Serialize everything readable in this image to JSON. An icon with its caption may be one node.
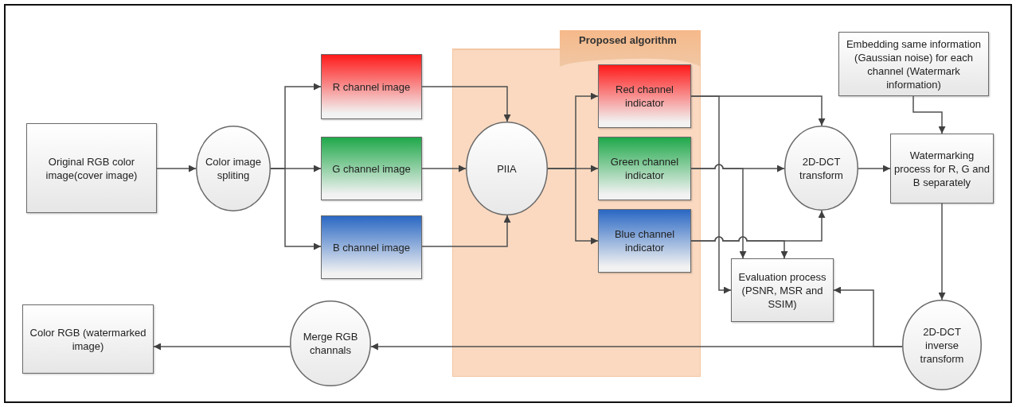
{
  "diagram": {
    "nodes": [
      {
        "text": [
          "Proposed algorithm"
        ]
      },
      {
        "text": [
          "Original RGB color image(cover image)"
        ]
      },
      {
        "text": [
          "Color image spliting"
        ]
      },
      {
        "text": [
          "R channel image"
        ]
      },
      {
        "text": [
          "G channel image"
        ]
      },
      {
        "text": [
          "B channel image"
        ]
      },
      {
        "text": [
          "PIIA"
        ],
        "in": 0
      },
      {
        "text": [
          "Red channel indicator"
        ],
        "in": 0
      },
      {
        "text": [
          "Green channel indicator"
        ],
        "in": 0
      },
      {
        "text": [
          "Blue channel indicator"
        ],
        "in": 0
      },
      {
        "text": [
          "Embedding same information (Gaussian noise) for each channel (Watermark information)"
        ]
      },
      {
        "text": [
          "2D-DCT transform"
        ]
      },
      {
        "text": [
          "Watermarking process for R, G and B separately"
        ]
      },
      {
        "text": [
          "Evaluation process (PSNR, MSR and SSIM)"
        ]
      },
      {
        "text": [
          "2D-DCT inverse transform"
        ]
      },
      {
        "text": [
          "Merge RGB channals"
        ]
      },
      {
        "text": [
          "Color RGB (watermarked image)"
        ]
      }
    ],
    "edges": [
      {
        "from": 1,
        "to": 2,
        "arrow": "to"
      },
      {
        "from": 2,
        "to": 3,
        "arrow": "to"
      },
      {
        "from": 2,
        "to": 4,
        "arrow": "to"
      },
      {
        "from": 2,
        "to": 5,
        "arrow": "to"
      },
      {
        "from": 3,
        "to": 6,
        "arrow": "to"
      },
      {
        "from": 4,
        "to": 6,
        "arrow": "to"
      },
      {
        "from": 5,
        "to": 6,
        "arrow": "to"
      },
      {
        "from": 6,
        "to": 7,
        "arrow": "to"
      },
      {
        "from": 6,
        "to": 8,
        "arrow": "to"
      },
      {
        "from": 6,
        "to": 9,
        "arrow": "to"
      },
      {
        "from": 7,
        "to": 11,
        "arrow": "to"
      },
      {
        "from": 7,
        "to": 13,
        "arrow": "to"
      },
      {
        "from": 8,
        "to": 11,
        "arrow": "to"
      },
      {
        "from": 8,
        "to": 13,
        "arrow": "to"
      },
      {
        "from": 9,
        "to": 11,
        "arrow": "to"
      },
      {
        "from": 9,
        "to": 13,
        "arrow": "to"
      },
      {
        "from": 10,
        "to": 12,
        "arrow": "to"
      },
      {
        "from": 11,
        "to": 12,
        "arrow": "to"
      },
      {
        "from": 12,
        "to": 14,
        "arrow": "to"
      },
      {
        "from": 14,
        "to": 13,
        "arrow": "to"
      },
      {
        "from": 14,
        "to": 15,
        "arrow": "to"
      },
      {
        "from": 15,
        "to": 16,
        "arrow": "to"
      }
    ]
  }
}
